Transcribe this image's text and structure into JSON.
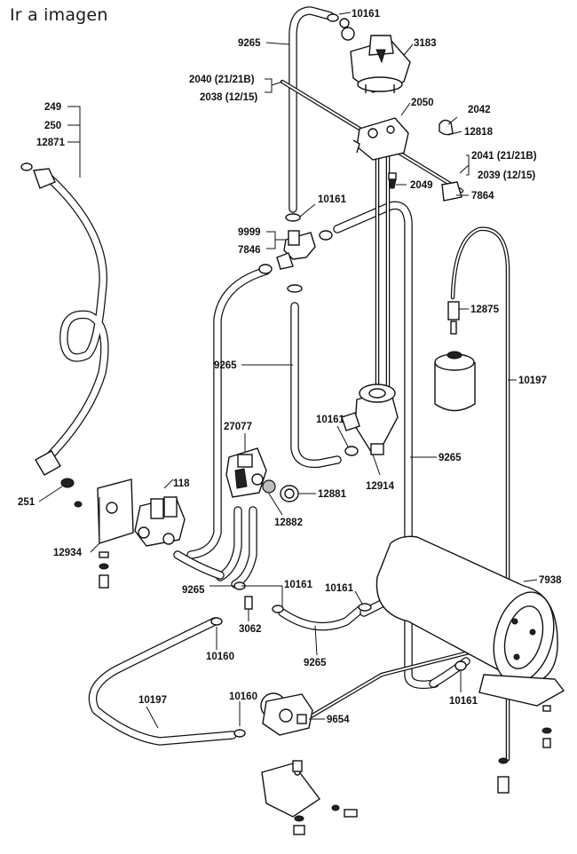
{
  "header": {
    "title": "Ir a imagen"
  },
  "parts": {
    "p10161_top": "10161",
    "p3183": "3183",
    "p9265_top": "9265",
    "p2040": "2040 (21/21B)",
    "p2038": "2038 (12/15)",
    "p2050": "2050",
    "p2042": "2042",
    "p12818": "12818",
    "p2041": "2041 (21/21B)",
    "p2039": "2039 (12/15)",
    "p2049": "2049",
    "p7864": "7864",
    "p249": "249",
    "p250": "250",
    "p12871": "12871",
    "p10161_mid": "10161",
    "p9999": "9999",
    "p7846": "7846",
    "p12875": "12875",
    "p9265_mid": "9265",
    "p10197_right": "10197",
    "p27077": "27077",
    "p10161_left": "10161",
    "p9265_right": "9265",
    "p118": "118",
    "p12881": "12881",
    "p12914": "12914",
    "p12882": "12882",
    "p251": "251",
    "p12934": "12934",
    "p7938": "7938",
    "p9265_low": "9265",
    "p10161_low": "10161",
    "p10161_low2": "10161",
    "p3062": "3062",
    "p10160": "10160",
    "p9265_bottom": "9265",
    "p10161_br": "10161",
    "p10197_left": "10197",
    "p10160_b": "10160",
    "p9654": "9654"
  }
}
